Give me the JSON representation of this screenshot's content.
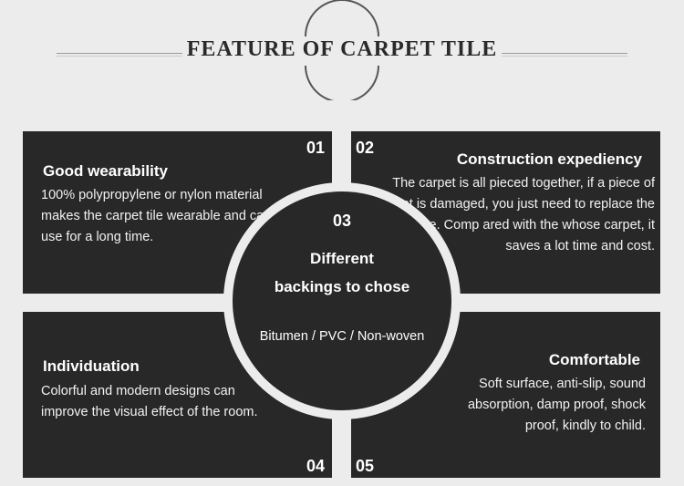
{
  "header": {
    "title": "FEATURE OF CARPET TILE"
  },
  "features": [
    {
      "number": "01",
      "heading": "Good wearability",
      "text": "100% polypropylene or nylon material makes the carpet tile wearable and can use for a long time."
    },
    {
      "number": "02",
      "heading": "Construction expediency",
      "text": "The carpet is all pieced together, if a piece of carpet is damaged, you just need to replace the damaged one. Comp ared with the whose carpet, it saves a lot time and cost."
    },
    {
      "number": "03",
      "heading_line1": "Different",
      "heading_line2": "backings to chose",
      "text": "Bitumen / PVC / Non-woven"
    },
    {
      "number": "04",
      "heading": "Individuation",
      "text": "Colorful and modern designs can improve the visual effect of the room."
    },
    {
      "number": "05",
      "heading": "Comfortable",
      "text": "Soft surface, anti-slip, sound absorption, damp proof, shock proof, kindly to child."
    }
  ],
  "colors": {
    "panel": "#282828",
    "background": "#ececec",
    "text": "#ffffff"
  }
}
